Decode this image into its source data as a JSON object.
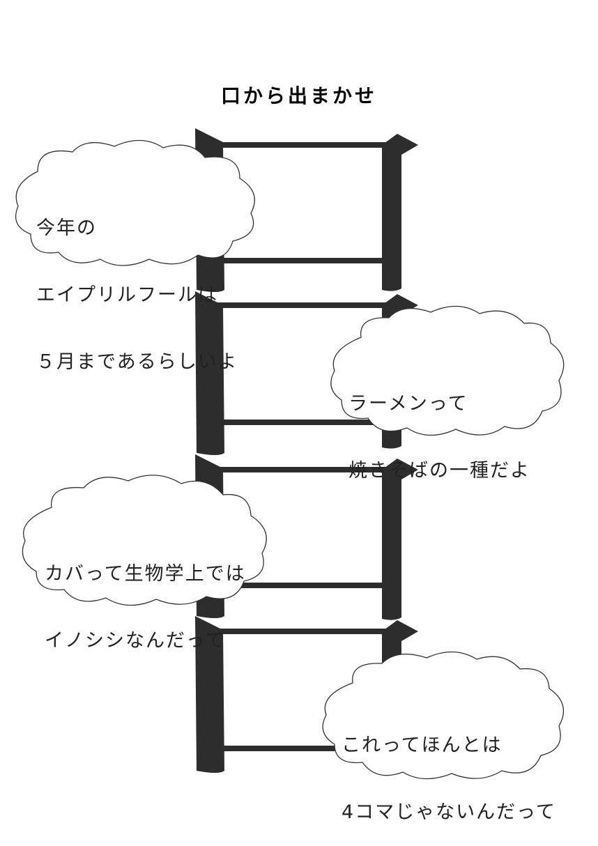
{
  "title": "口から出まかせ",
  "colors": {
    "frame": "#2d2d2d",
    "cloud_fill": "#ffffff",
    "cloud_stroke": "#333333",
    "text": "#222222"
  },
  "panels": [
    {
      "index": 1,
      "bubble_side": "left",
      "lines": [
        "今年の",
        "エイプリルフールは",
        "５月まであるらしいよ"
      ]
    },
    {
      "index": 2,
      "bubble_side": "right",
      "lines": [
        "ラーメンって",
        "焼きそばの一種だよ"
      ]
    },
    {
      "index": 3,
      "bubble_side": "left",
      "lines": [
        "カバって生物学上では",
        "イノシシなんだって"
      ]
    },
    {
      "index": 4,
      "bubble_side": "right",
      "lines": [
        "これってほんとは",
        "4コマじゃないんだって"
      ]
    }
  ]
}
